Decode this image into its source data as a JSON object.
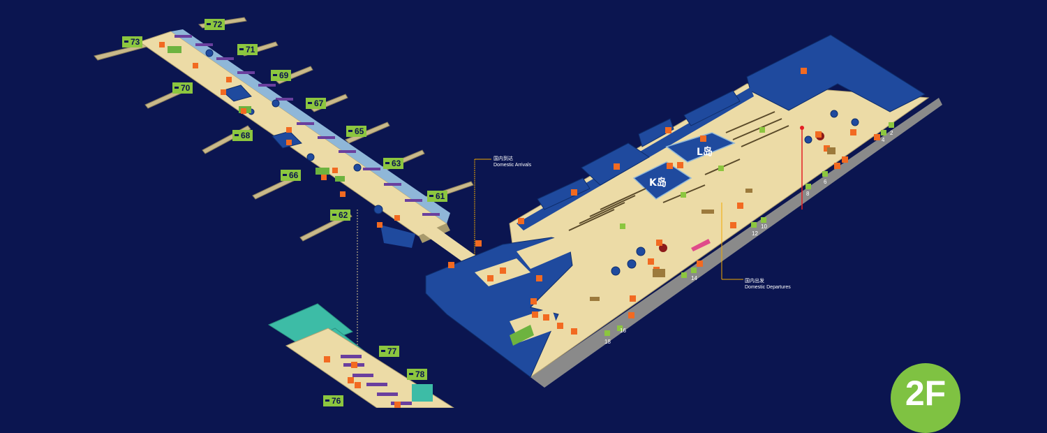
{
  "floor": "2F",
  "colors": {
    "background": "#0b1550",
    "floor": "#ecdba6",
    "blue_zone": "#1f4a9e",
    "gate_badge": "#8cc63f",
    "service_icon": "#f26a21",
    "exit_icon": "#8cc63f",
    "teal_zone": "#3dbca6",
    "seating": "#6a3f9e"
  },
  "gates": [
    "73",
    "72",
    "71",
    "70",
    "69",
    "68",
    "67",
    "66",
    "65",
    "63",
    "62",
    "61",
    "77",
    "78",
    "76"
  ],
  "callouts": {
    "arrivals": {
      "zh": "国内到达",
      "en": "Domestic Arrivals"
    },
    "departures": {
      "zh": "国内出发",
      "en": "Domestic Departures"
    }
  },
  "islands": {
    "l": "L岛",
    "k": "K岛"
  },
  "exits": [
    "2",
    "4",
    "6",
    "8",
    "10",
    "12",
    "14",
    "16",
    "18"
  ],
  "icons": {
    "restroom": "restroom-icon",
    "shop": "shop-icon",
    "phone": "phone-icon",
    "info": "info-icon",
    "exit": "exit-door-icon",
    "food": "food-icon"
  }
}
